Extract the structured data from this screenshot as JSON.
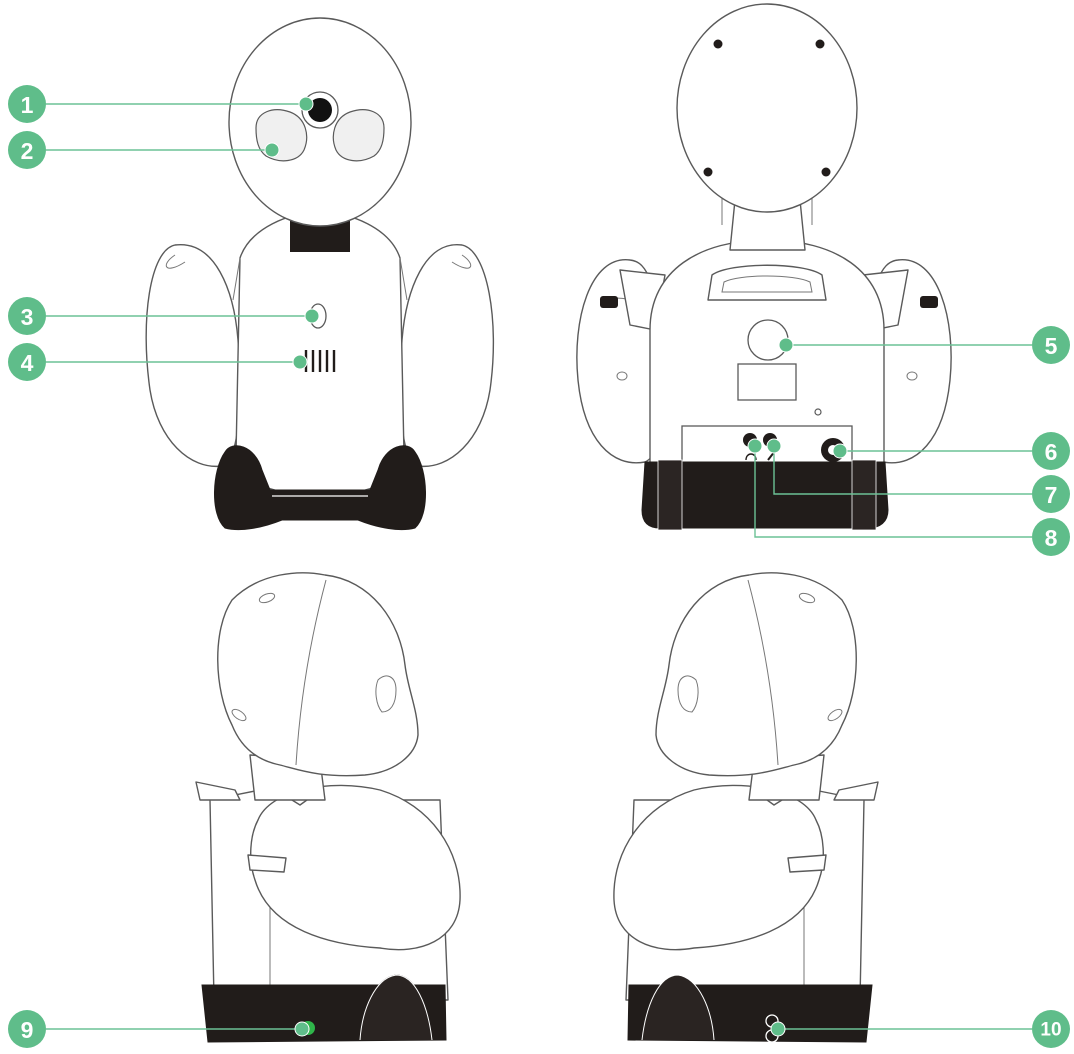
{
  "callouts": [
    {
      "id": "1",
      "label": "1"
    },
    {
      "id": "2",
      "label": "2"
    },
    {
      "id": "3",
      "label": "3"
    },
    {
      "id": "4",
      "label": "4"
    },
    {
      "id": "5",
      "label": "5"
    },
    {
      "id": "6",
      "label": "6"
    },
    {
      "id": "7",
      "label": "7"
    },
    {
      "id": "8",
      "label": "8"
    },
    {
      "id": "9",
      "label": "9"
    },
    {
      "id": "10",
      "label": "10"
    }
  ],
  "colors": {
    "accent": "#5fbd8a",
    "leader": "#6cc296",
    "outline": "#5a5a5a",
    "base": "#211c1a",
    "background": "#ffffff"
  },
  "views": [
    "front-view",
    "back-view",
    "left-side-view",
    "right-side-view"
  ]
}
